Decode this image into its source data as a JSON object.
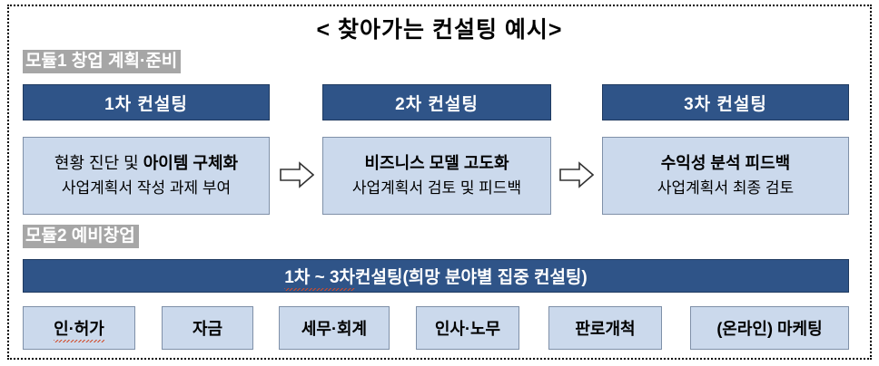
{
  "page": {
    "title": "< 찾아가는 컨설팅 예시>"
  },
  "colors": {
    "navy": "#2F5488",
    "light_blue": "#CBD9EC",
    "module_gray": "#A6A6A6",
    "box_border": "#7F90A8",
    "frame": "#000000",
    "spellcheck_underline": "#D14B2A"
  },
  "module1": {
    "label": "모듈1 창업 계획·준비",
    "stages": [
      {
        "header": "1차 컨설팅",
        "line1": "현황 진단 및 아이템 구체화",
        "line1_thin_prefix": "현황 진단 및 ",
        "line1_bold_rest": "아이템 구체화",
        "line2": "사업계획서 작성 과제 부여"
      },
      {
        "header": "2차 컨설팅",
        "line1": "비즈니스  모델  고도화",
        "line2": "사업계획서 검토 및 피드백"
      },
      {
        "header": "3차 컨설팅",
        "line1": "수익성 분석 피드백",
        "line2": "사업계획서 최종 검토"
      }
    ],
    "arrows": [
      {
        "name": "arrow-stage1-to-stage2",
        "direction": "right"
      },
      {
        "name": "arrow-stage2-to-stage3",
        "direction": "right"
      }
    ]
  },
  "module2": {
    "label": "모듈2 예비창업",
    "banner": {
      "underlined_part": "1차 ~ 3차",
      "rest": " 컨설팅(희망 분야별 집중 컨설팅)"
    },
    "topics": [
      {
        "label": "인·허가",
        "spellcheck_underline": true
      },
      {
        "label": "자금",
        "spellcheck_underline": false
      },
      {
        "label": "세무·회계",
        "spellcheck_underline": false
      },
      {
        "label": "인사·노무",
        "spellcheck_underline": false
      },
      {
        "label": "판로개척",
        "spellcheck_underline": false
      },
      {
        "label": "(온라인) 마케팅",
        "spellcheck_underline": false
      }
    ]
  }
}
